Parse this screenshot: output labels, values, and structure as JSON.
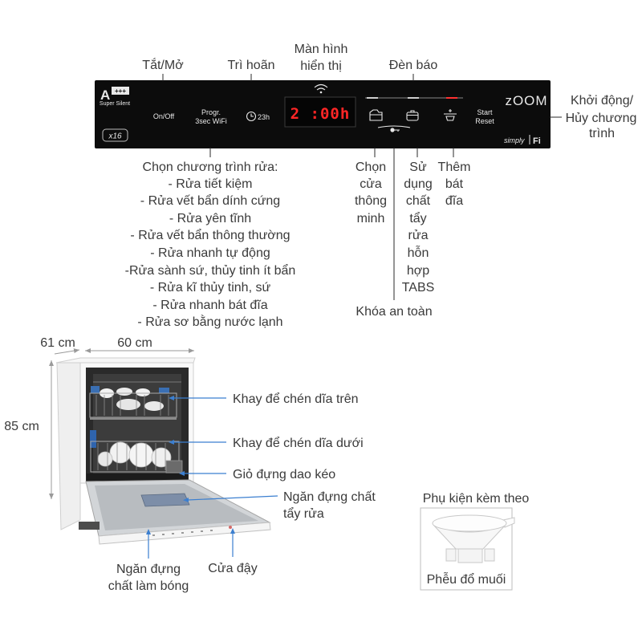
{
  "control_panel": {
    "energy_class": "A",
    "energy_plus": "+++",
    "energy_sublabel": "Super Silent",
    "capacity_badge": "x16",
    "on_off_label": "On/Off",
    "program_label": "Progr.",
    "program_sublabel": "3sec WiFi",
    "delay_value": "23h",
    "display_value": "2 :00h",
    "start_label": "Start",
    "reset_label": "Reset",
    "brand_logo": "zOOM",
    "app_logo_prefix": "simply",
    "app_logo_suffix": "Fi",
    "icons": [
      "wifi-icon",
      "clock-icon",
      "smart-door-icon",
      "tabs-detergent-icon",
      "add-dish-icon",
      "key-lock-icon"
    ]
  },
  "panel_callouts": {
    "power": "Tắt/Mở",
    "delay": "Trì hoãn",
    "display": [
      "Màn hình",
      "hiển thị"
    ],
    "indicator_lights": "Đèn báo",
    "start_cancel": [
      "Khởi động/",
      "Hủy chương",
      "trình"
    ],
    "program_select": {
      "title": "Chọn chương trình rửa:",
      "items": [
        "- Rửa tiết kiệm",
        "- Rửa vết bẩn dính cứng",
        "- Rửa yên tĩnh",
        "- Rửa vết bẩn thông thường",
        "- Rửa nhanh tự động",
        "-Rửa sành sứ, thủy tinh ít bẩn",
        "- Rửa kĩ thủy tinh, sứ",
        "- Rửa nhanh bát đĩa",
        "- Rửa sơ bằng nước lạnh"
      ]
    },
    "smart_door": [
      "Chọn",
      "cửa",
      "thông",
      "minh"
    ],
    "tabs_detergent": [
      "Sử",
      "dụng",
      "chất",
      "tẩy",
      "rửa",
      "hỗn",
      "hợp",
      "TABS"
    ],
    "add_dish": [
      "Thêm",
      "bát",
      "đĩa"
    ],
    "child_lock": "Khóa an toàn"
  },
  "dimensions": {
    "depth": "61 cm",
    "width": "60 cm",
    "height": "85 cm"
  },
  "machine_callouts": {
    "upper_rack": "Khay để chén dĩa trên",
    "lower_rack": "Khay để chén dĩa dưới",
    "cutlery_basket": "Giỏ đựng dao kéo",
    "detergent_compartment": [
      "Ngăn đựng chất",
      "tẩy rửa"
    ],
    "rinse_aid_compartment": [
      "Ngăn đựng",
      "chất làm bóng"
    ],
    "door": "Cửa đậy"
  },
  "accessories": {
    "title": "Phụ kiện kèm theo",
    "items": [
      "Phễu đổ muối"
    ]
  },
  "colors": {
    "panel": "#0c0c0c",
    "display_red": "#ff2626",
    "callout_line": "#3b7fd0",
    "text": "#3a3a3a"
  }
}
